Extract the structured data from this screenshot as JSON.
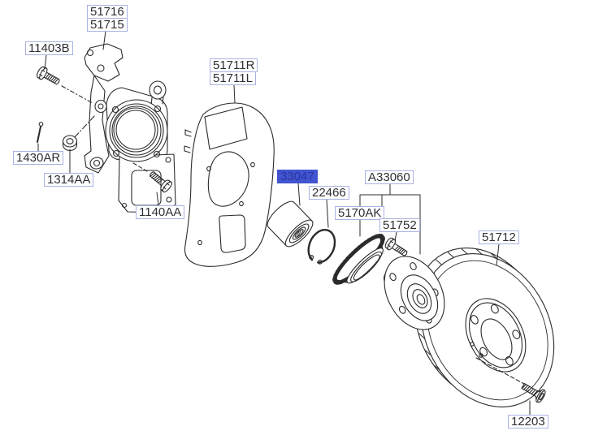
{
  "diagram": {
    "type": "exploded-parts-diagram",
    "subject": "front-axle-hub-and-steering-knuckle",
    "selected_part": "33047",
    "colors": {
      "label_border": "#a9b2e2",
      "label_text": "#2e2e36",
      "highlight_bg": "#4254d0",
      "highlight_text": "#27379f",
      "line": "#2b2b2b"
    },
    "labels": {
      "knuckle_1": "51716",
      "knuckle_2": "51715",
      "bolt_upper": "11403B",
      "cotter_pin": "1430AR",
      "castle_nut": "1314AA",
      "bolt_lower": "1140AA",
      "shield_r": "51711R",
      "shield_l": "51711L",
      "bearing": "33047",
      "snap_ring": "22466",
      "hub_assembly": "A33060",
      "tone_wheel": "5170AK",
      "hub_bolt": "51752",
      "brake_disc": "51712",
      "disc_screw": "12203"
    }
  }
}
